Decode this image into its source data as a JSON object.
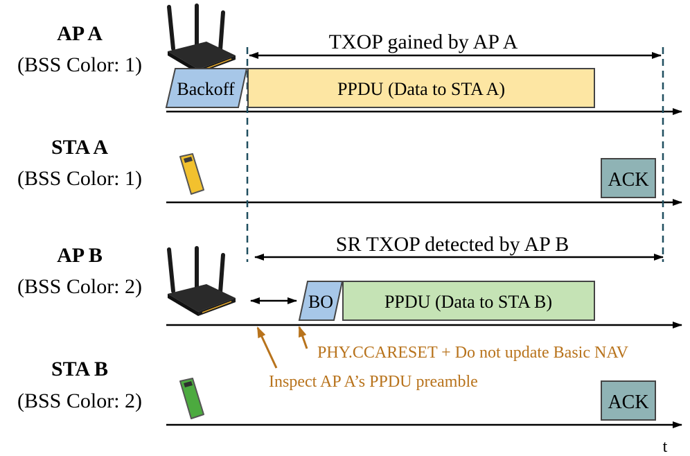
{
  "nodes": [
    {
      "title": "AP A",
      "subtitle": "(BSS Color: 1)",
      "device": "router-icon"
    },
    {
      "title": "STA A",
      "subtitle": "(BSS Color: 1)",
      "device": "phone-icon",
      "device_color": "#f2c12e"
    },
    {
      "title": "AP B",
      "subtitle": "(BSS Color: 2)",
      "device": "router-icon"
    },
    {
      "title": "STA B",
      "subtitle": "(BSS Color: 2)",
      "device": "phone-icon",
      "device_color": "#4caa3f"
    }
  ],
  "frames": {
    "backoff_a": "Backoff",
    "ppdu_a": "PPDU (Data to STA A)",
    "ack_a": "ACK",
    "bo_b": "BO",
    "ppdu_b": "PPDU (Data to STA B)",
    "ack_b": "ACK"
  },
  "spans": {
    "txop_a": "TXOP gained by AP A",
    "sr_txop_b": "SR TXOP detected by AP B"
  },
  "annotations": {
    "phy_ccareset": "PHY.CCARESET + Do not update Basic NAV",
    "inspect_preamble": "Inspect AP A’s PPDU preamble"
  },
  "axis_label": "t",
  "colors": {
    "backoff": "#a7c7e8",
    "ppdu_a": "#fde6a3",
    "ppdu_b": "#c5e3b5",
    "ack": "#8fb3b5",
    "annotation": "#b8731c",
    "dashed": "#1f4e5f"
  }
}
